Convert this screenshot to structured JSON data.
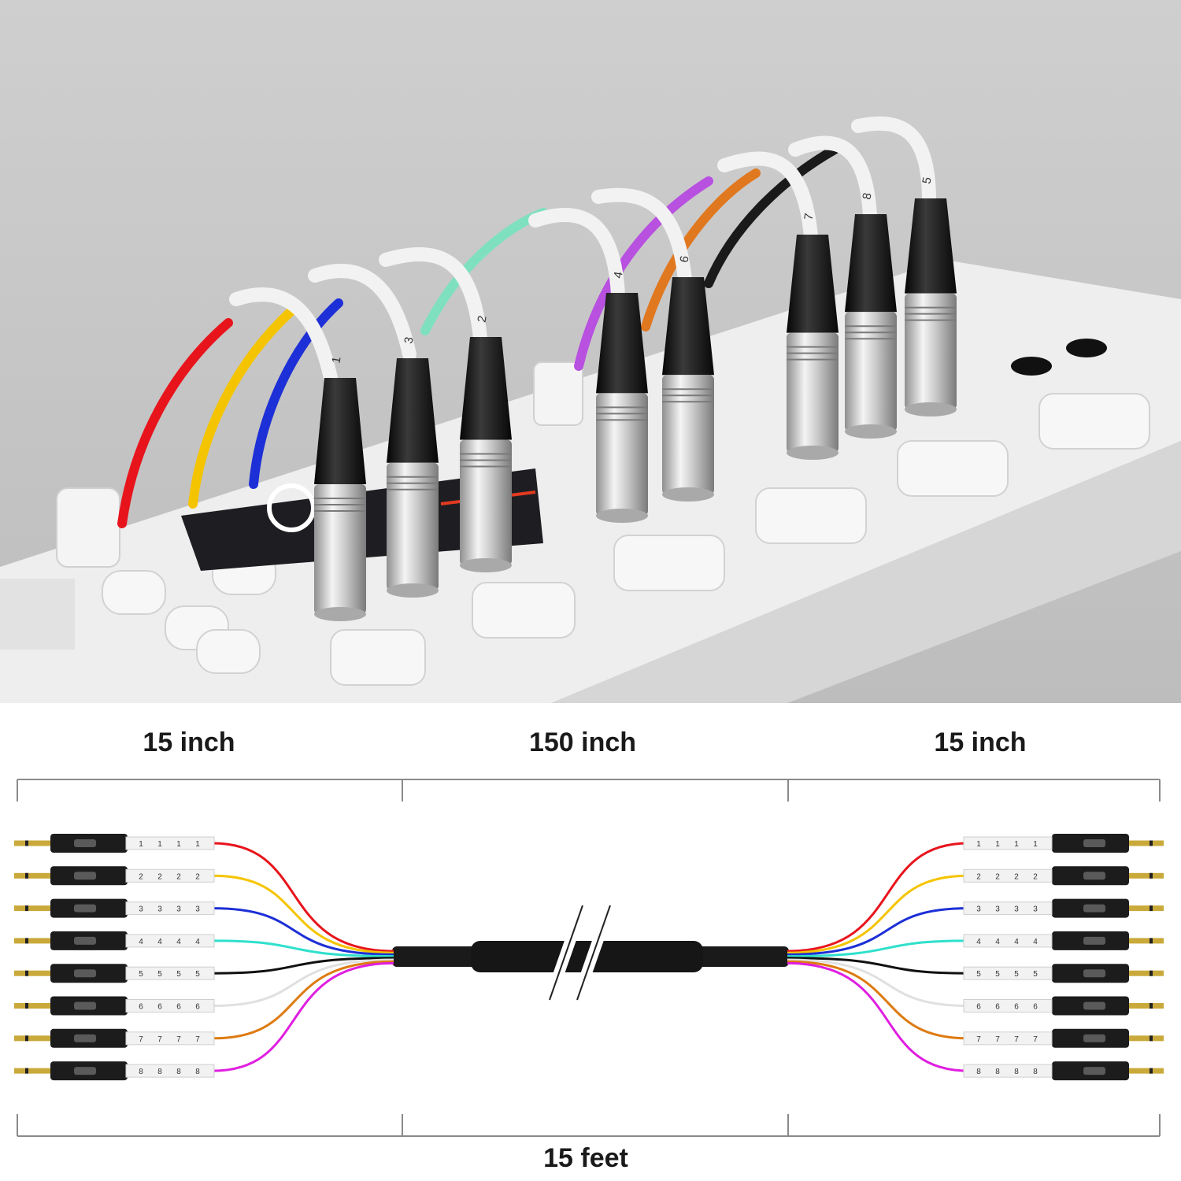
{
  "dimensions": {
    "left_breakout": "15 inch",
    "trunk": "150 inch",
    "right_breakout": "15 inch",
    "total_length": "15 feet"
  },
  "channels": [
    {
      "number": "1",
      "color": "#e8141c"
    },
    {
      "number": "2",
      "color": "#f5c400"
    },
    {
      "number": "3",
      "color": "#1d2fd6"
    },
    {
      "number": "4",
      "color": "#2fe0cc"
    },
    {
      "number": "5",
      "color": "#111111"
    },
    {
      "number": "6",
      "color": "#d9d9d9"
    },
    {
      "number": "7",
      "color": "#dd7a10"
    },
    {
      "number": "8",
      "color": "#e01ee0"
    }
  ],
  "photo_plug_labels": [
    "1",
    "3",
    "2",
    "4",
    "6",
    "7",
    "8",
    "5"
  ],
  "colors": {
    "plug_body": "#1c1c1c",
    "trunk_jacket": "#1a1a1a",
    "label_sleeve": "#f2f2f2",
    "device_body": "#ececec",
    "background": "#c9c9c9"
  }
}
